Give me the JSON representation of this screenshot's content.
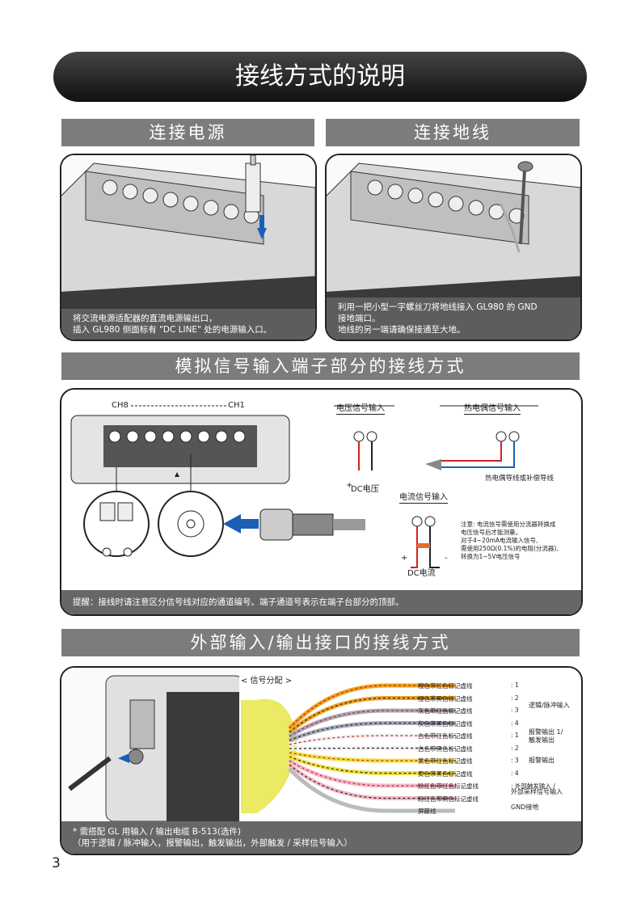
{
  "title": "接线方式的说明",
  "power_section": {
    "heading": "连接电源",
    "caption_lines": [
      "将交流电源适配器的直流电源输出口，",
      "插入 GL980 侧面标有 \"DC LINE\" 处的电源输入口。"
    ]
  },
  "ground_section": {
    "heading": "连接地线",
    "caption_lines": [
      "利用一把小型一字螺丝刀将地线接入 GL980 的 GND",
      "接地端口。",
      "地线的另一端请确保接通至大地。"
    ]
  },
  "analog_section": {
    "heading": "模拟信号输入端子部分的接线方式",
    "ch8": "CH8",
    "ch1": "CH1",
    "voltage_input": "电压信号输入",
    "dc_voltage": "DC电压",
    "thermocouple_input": "热电偶信号输入",
    "thermocouple_wire": "热电偶导线或补偿导线",
    "current_input": "电流信号输入",
    "dc_current": "DC电流",
    "note_lines": [
      "注意: 电流信号需使用分流器转换成",
      "电压信号后才能测量。",
      "对于4~20mA电流输入信号,",
      "需使用250Ω(0.1%)的电阻(分流器),",
      "转换为1~5V电压信号"
    ],
    "plus": "+",
    "minus": "-",
    "caption": "提醒：接线时请注意区分信号线对应的通道编号。端子通道号表示在端子台部分的顶部。"
  },
  "io_section": {
    "heading": "外部输入/输出接口的接线方式",
    "signal_title": "< 信号分配 >",
    "wires": [
      {
        "label": "橙色带红色标记虚线",
        "pin": ": 1",
        "color": "#f0a020",
        "dash": "#d02020"
      },
      {
        "label": "橙色带黑色标记虚线",
        "pin": ": 2",
        "color": "#f0a020",
        "dash": "#222222"
      },
      {
        "label": "灰色带红色标记虚线",
        "pin": ": 3",
        "color": "#a8a8b8",
        "dash": "#d02020"
      },
      {
        "label": "灰色带黑色标记虚线",
        "pin": ": 4",
        "color": "#a8a8b8",
        "dash": "#222222"
      },
      {
        "label": "白色带红色标记虚线",
        "pin": ": 1",
        "color": "#f2f2f2",
        "dash": "#d02020"
      },
      {
        "label": "白色带黑色标记虚线",
        "pin": ": 2",
        "color": "#f2f2f2",
        "dash": "#222222"
      },
      {
        "label": "黄色带红色标记虚线",
        "pin": ": 3",
        "color": "#f0e040",
        "dash": "#d02020"
      },
      {
        "label": "黄色带黑色标记虚线",
        "pin": ": 4",
        "color": "#f0e040",
        "dash": "#222222"
      },
      {
        "label": "粉红色带红色标记虚线",
        "pin": ": 外部触发输入 /",
        "color": "#f4b8c8",
        "dash": "#d02020"
      },
      {
        "label": "粉红色带黑色标记虚线",
        "pin": "",
        "color": "#f4b8c8",
        "dash": "#222222"
      },
      {
        "label": "屏蔽线",
        "pin": "",
        "color": "#bbbbbb",
        "dash": "#bbbbbb"
      }
    ],
    "groups": {
      "logic_pulse": "逻辑/脉冲输入",
      "alarm_out_trigger_1": "报警输出 1/",
      "alarm_out_trigger_2": "触发输出",
      "alarm_out": "报警输出",
      "ext_sample": "外部采样信号输入",
      "gnd": "GND接地"
    },
    "caption_lines": [
      "* 需搭配 GL 用输入 / 输出电缆 B-513(选件)",
      "（用于逻辑 / 脉冲输入，报警输出，触发输出，外部触发 / 采样信号输入）"
    ]
  },
  "page_number": "3"
}
